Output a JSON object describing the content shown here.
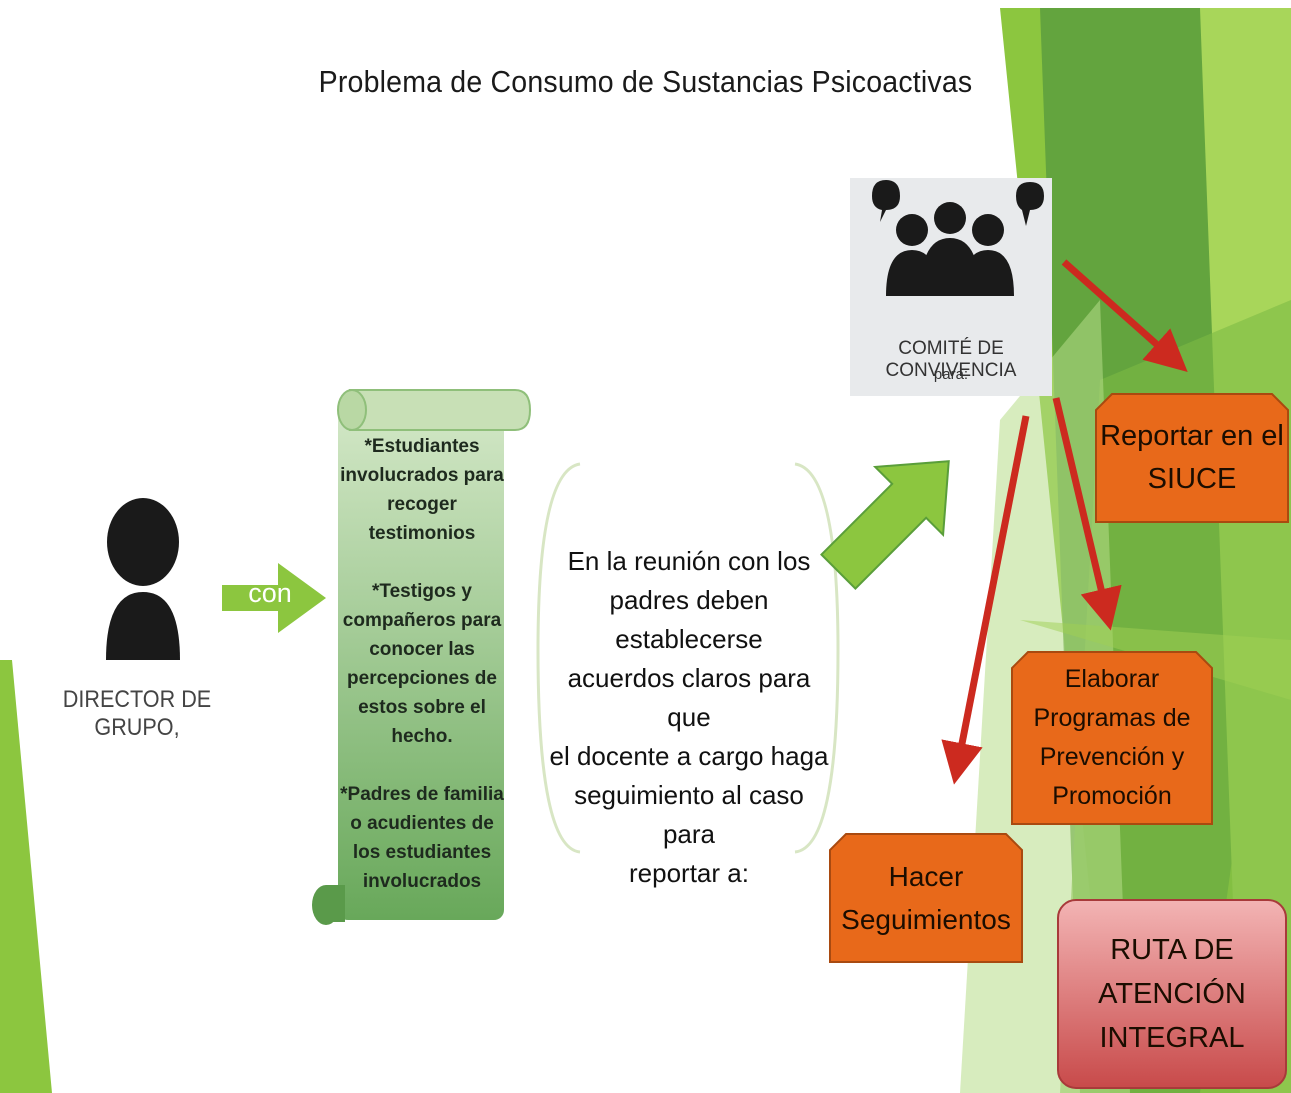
{
  "title": "Problema de Consumo de Sustancias Psicoactivas",
  "director": {
    "label": "DIRECTOR DE GRUPO,",
    "icon": "person-silhouette-icon"
  },
  "connector": {
    "label": "con"
  },
  "scroll": {
    "text": "*Estudiantes\ninvolucrados para\nrecoger\ntestimonios\n\n*Testigos y\ncompañeros para\nconocer las\npercepciones de\nestos sobre el\nhecho.\n\n*Padres de familia\no acudientes de\nlos estudiantes\ninvolucrados"
  },
  "meeting": {
    "text": "En la reunión con los\npadres deben establecerse\nacuerdos claros para que\nel docente a cargo haga\nseguimiento al caso para\nreportar a:"
  },
  "committee": {
    "label": "COMITÉ DE CONVIVENCIA",
    "sublabel": "para:",
    "icon": "group-chat-icon"
  },
  "actions": {
    "siuce": "Reportar en el\nSIUCE",
    "elaborar": "Elaborar\nProgramas de\nPrevención y\nPromoción",
    "hacer": "Hacer\nSeguimientos"
  },
  "ruta": {
    "label": "RUTA DE\nATENCIÓN\nINTEGRAL"
  },
  "colors": {
    "green_light": "#8cc63f",
    "green_dark": "#5a9e3a",
    "orange": "#e8691a",
    "arrow_red": "#cc2a1f",
    "ruta_red": "#d25454"
  }
}
